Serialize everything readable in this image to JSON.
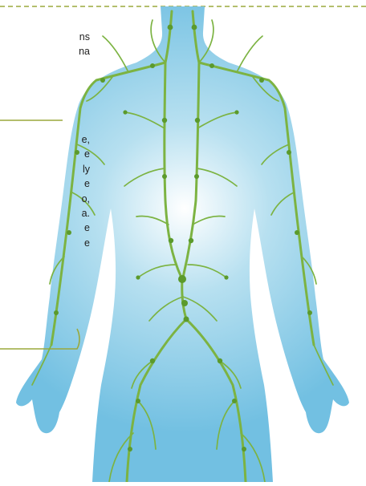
{
  "colors": {
    "body_glow": "#ffffff",
    "body_mid": "#b7e0f0",
    "body_edge": "#72c0e2",
    "lymph_vessel": "#7cb342",
    "lymph_node": "#5b9a2c",
    "callout_border": "#9aa83b"
  },
  "fragments": {
    "top": [
      "ns",
      "na"
    ],
    "middle": [
      "e,",
      "e",
      "ly",
      "e",
      "o,",
      "a.",
      "e",
      "e"
    ]
  }
}
